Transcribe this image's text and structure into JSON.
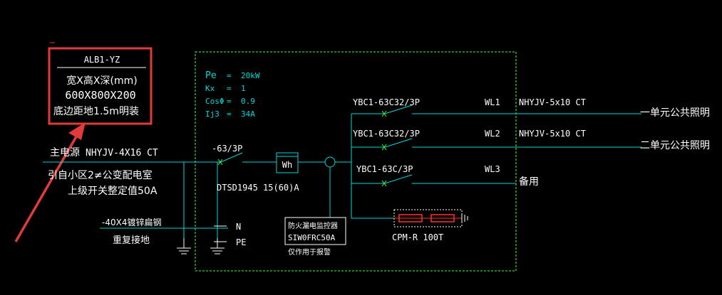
{
  "colors": {
    "background": "#000000",
    "line": "#ffffff",
    "cyan": "#00d7d7",
    "green_dashed": "#3cff3c",
    "annotation_red": "#e03a3a",
    "component_red": "#ff3030"
  },
  "box": {
    "tag": "ALB1-YZ",
    "dims_label": "宽X高X深(mm)",
    "dims": "600X800X200",
    "mount": "底边距地1.5m明装"
  },
  "params": {
    "pe_k": "Pe",
    "pe_eq": "=",
    "pe_v": "20kW",
    "kx_k": "Kx",
    "kx_eq": "=",
    "kx_v": "1",
    "cos_k": "CosΦ",
    "cos_eq": "=",
    "cos_v": "0.9",
    "ij_k": "Ij3",
    "ij_eq": "=",
    "ij_v": "34A"
  },
  "incoming": {
    "label": "主电源",
    "cable": "NHYJV-4X16 CT",
    "from": "引自小区2≠公变配电室",
    "setting": "上级开关整定值50A"
  },
  "main_breaker": "-63/3P",
  "meter": {
    "symbol": "Wh",
    "model": "DTSD1945 15(60)A"
  },
  "grounding": {
    "steel": "-40X4镀锌扁钢",
    "repeat": "重复接地",
    "n": "N",
    "pe": "PE"
  },
  "fire_monitor": {
    "title": "防火漏电监控器",
    "model": "SIW0FRC50A",
    "note": "仅作用于报警"
  },
  "circuits": [
    {
      "breaker": "YBC1-63C32/3P",
      "id": "WL1",
      "cable": "NHYJV-5x10 CT",
      "dest": "一单元公共照明"
    },
    {
      "breaker": "YBC1-63C32/3P",
      "id": "WL2",
      "cable": "NHYJV-5x10 CT",
      "dest": "二单元公共照明"
    },
    {
      "breaker": "YBC1-63C/3P",
      "id": "WL3",
      "cable": "",
      "dest": "备用"
    }
  ],
  "spd": "CPM-R 100T"
}
